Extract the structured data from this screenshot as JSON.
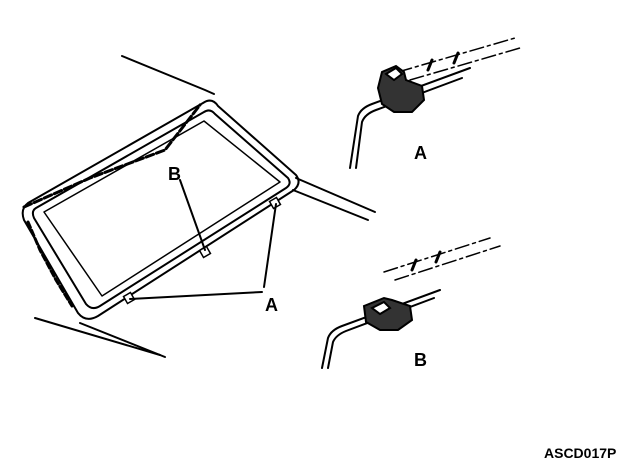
{
  "diagram": {
    "labels": {
      "main_a": "A",
      "main_b": "B",
      "detail_a": "A",
      "detail_b": "B"
    },
    "figure_code": "ASCD017P"
  },
  "colors": {
    "ink": "#000000",
    "paper": "#ffffff",
    "clip": "#333333"
  }
}
